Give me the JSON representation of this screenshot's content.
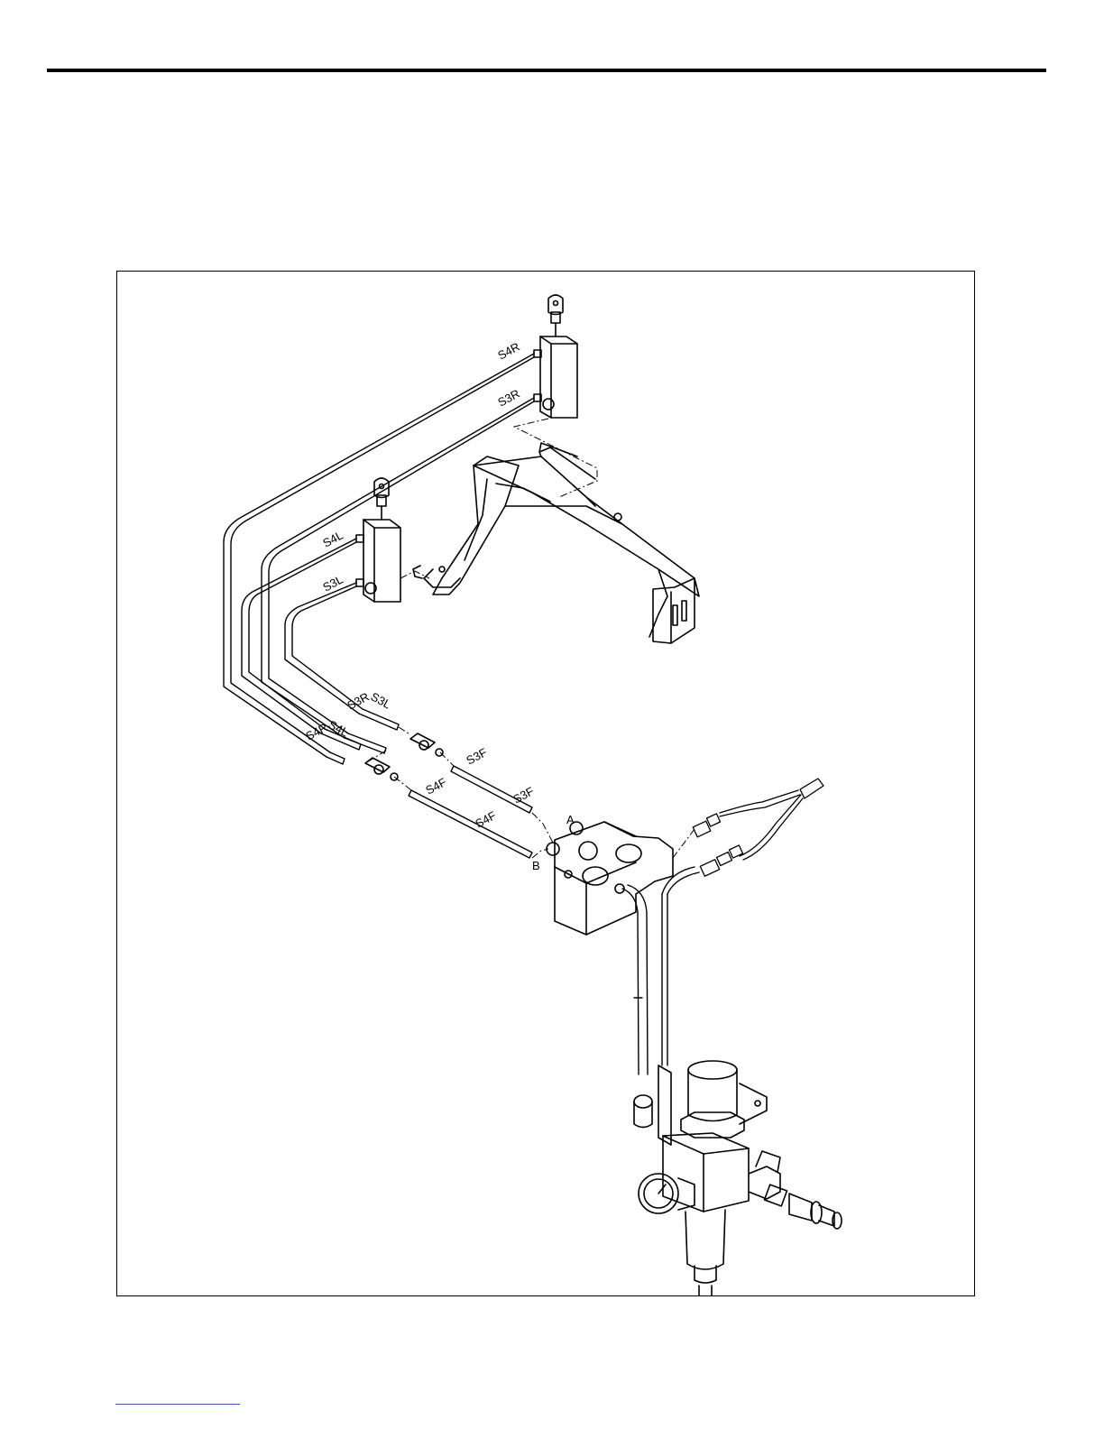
{
  "diagram": {
    "labels": {
      "s4r_cyl": "S4R",
      "s3r_cyl": "S3R",
      "s4l_cyl": "S4L",
      "s3l_cyl": "S3L",
      "s3l_end": "S3L",
      "s3r_end": "S3R",
      "s4l_end": "S4L",
      "s4r_end": "S4R",
      "s3f_a": "S3F",
      "s3f_b": "S3F",
      "s4f_a": "S4F",
      "s4f_b": "S4F",
      "port_a": "A",
      "port_b": "B"
    },
    "colors": {
      "ink": "#000000",
      "link": "#3a54c8"
    }
  }
}
